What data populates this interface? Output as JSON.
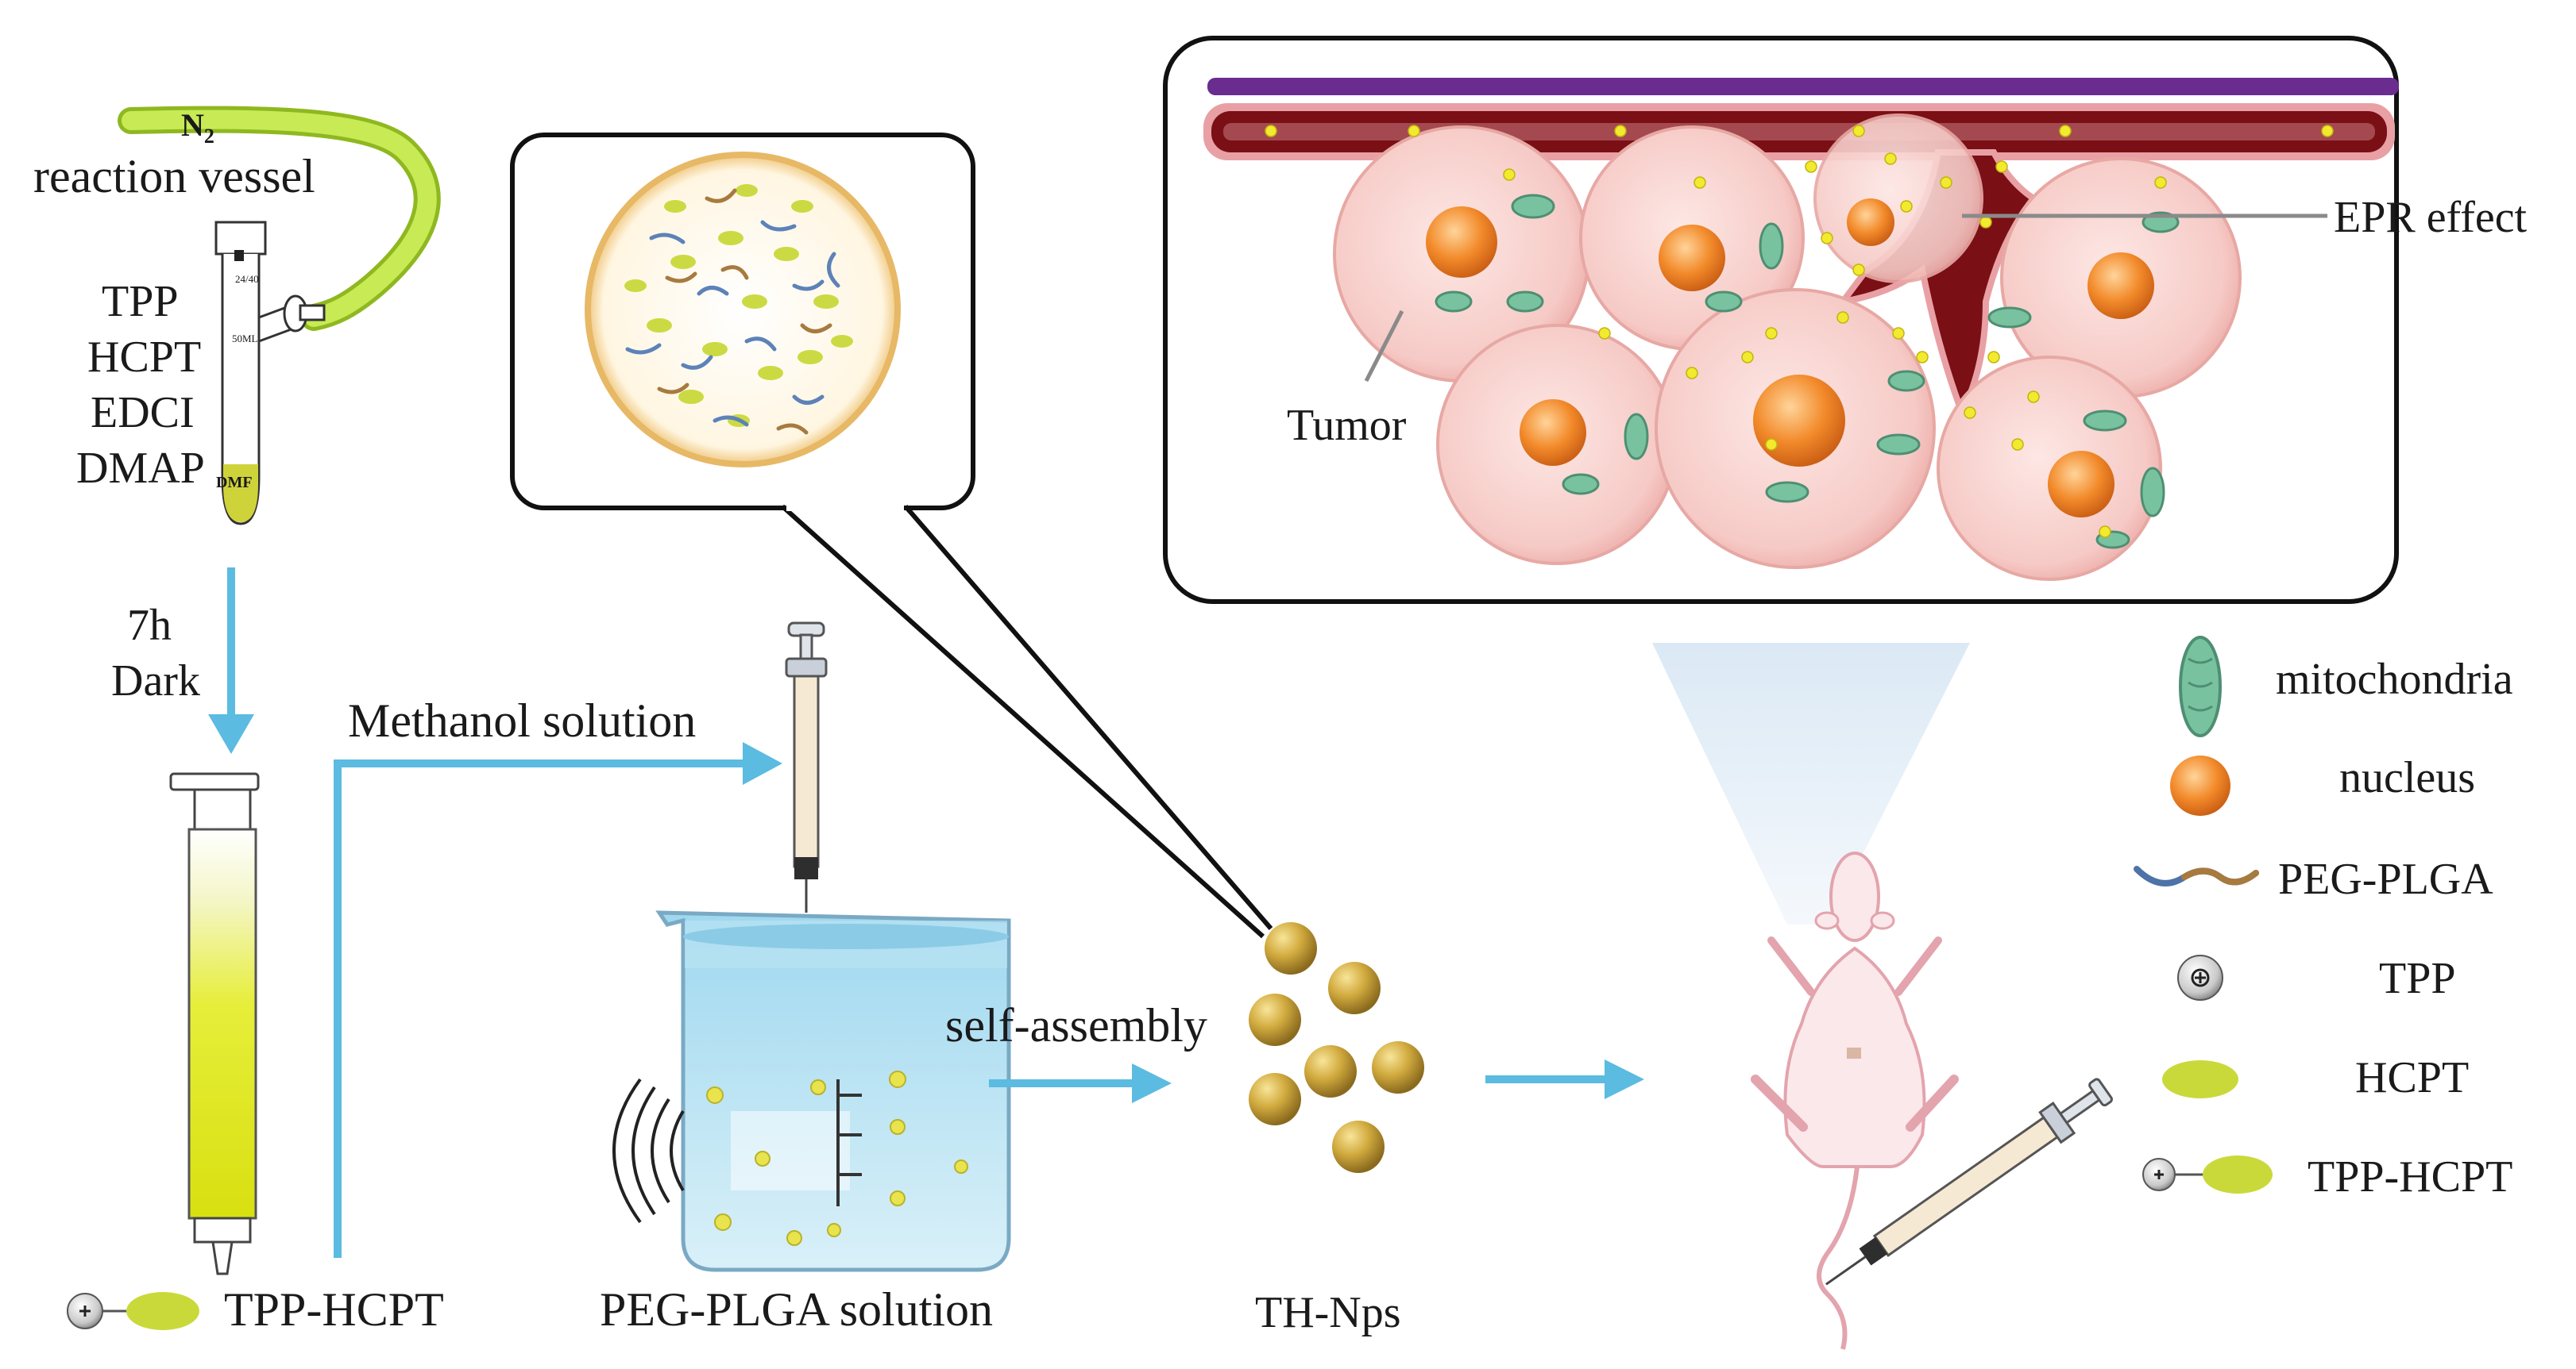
{
  "synthesis": {
    "gas": "N",
    "gas_subscript": "2",
    "vessel_label": "reaction vessel",
    "reagents": [
      "TPP",
      "HCPT",
      "EDCI",
      "DMAP"
    ],
    "solvent": "DMF",
    "flask_mark": "24/40",
    "flask_volume": "50ML",
    "condition_time": "7h",
    "condition_light": "Dark"
  },
  "steps": {
    "methanol": "Methanol solution",
    "self_assembly": "self-assembly"
  },
  "bottom_labels": {
    "product": "TPP-HCPT",
    "peg_solution": "PEG-PLGA solution",
    "nanoparticles": "TH-Nps"
  },
  "tumor_panel": {
    "tumor_label": "Tumor",
    "epr_label": "EPR effect"
  },
  "legend": {
    "items": [
      {
        "icon": "mitochondria-icon",
        "label": "mitochondria"
      },
      {
        "icon": "nucleus-icon",
        "label": "nucleus"
      },
      {
        "icon": "peg-plga-icon",
        "label": "PEG-PLGA"
      },
      {
        "icon": "tpp-icon",
        "label": "TPP"
      },
      {
        "icon": "hcpt-icon",
        "label": "HCPT"
      },
      {
        "icon": "tpp-hcpt-icon",
        "label": "TPP-HCPT"
      }
    ]
  },
  "colors": {
    "arrow": "#5bbbe0",
    "hcpt_yellow": "#c9d93a",
    "nucleus_orange": "#f28a2a",
    "mito_green": "#79c2a0",
    "np_gold": "#c9a23a",
    "cell_pink": "#f7cfcc",
    "vessel_red": "#7a0f16",
    "vessel_purple": "#6a2c8f",
    "tube_green": "#b8e04a"
  }
}
